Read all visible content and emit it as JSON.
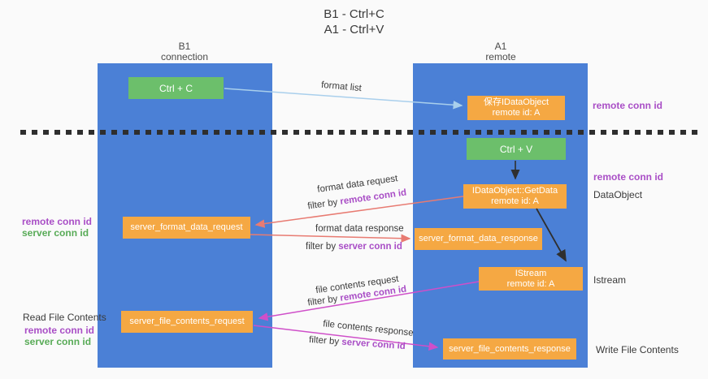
{
  "title": {
    "line1": "B1 - Ctrl+C",
    "line2": "A1 - Ctrl+V"
  },
  "colors": {
    "bg": "#fafafa",
    "column-blue": "#4b80d6",
    "box-green": "#6cbf6b",
    "box-orange": "#f5a843",
    "text-dark": "#3a3a3a",
    "purple": "#a94ec6",
    "green-text": "#58ab57",
    "arrow-blue": "#a9cfec",
    "arrow-salmon": "#e87b72",
    "arrow-magenta": "#cf4fc9",
    "arrow-black": "#2f2f2f",
    "dash": "#2e2e2e"
  },
  "lanes": {
    "left": {
      "title": "B1",
      "subtitle": "connection"
    },
    "right": {
      "title": "A1",
      "subtitle": "remote"
    }
  },
  "nodes": {
    "ctrl_c": {
      "label": "Ctrl + C"
    },
    "save_idataobject": {
      "line1": "保存IDataObject",
      "line2": "remote id: A"
    },
    "ctrl_v": {
      "label": "Ctrl + V"
    },
    "getdata": {
      "line1": "IDataObject::GetData",
      "line2": "remote id: A"
    },
    "server_format_data_request": {
      "label": "server_format_data_request"
    },
    "server_format_data_response": {
      "label": "server_format_data_response"
    },
    "istream": {
      "line1": "IStream",
      "line2": "remote id: A"
    },
    "server_file_contents_request": {
      "label": "server_file_contents_request"
    },
    "server_file_contents_response": {
      "label": "server_file_contents_response"
    }
  },
  "side_labels": {
    "right_remote_conn_id_top": "remote conn id",
    "right_remote_conn_id_mid": "remote conn id",
    "dataobject": "DataObject",
    "istream": "Istream",
    "write_file_contents": "Write File Contents",
    "left_remote_conn_id_1": "remote conn id",
    "left_server_conn_id_1": "server conn id",
    "read_file_contents": "Read File Contents",
    "left_remote_conn_id_2": "remote conn id",
    "left_server_conn_id_2": "server conn id"
  },
  "flow_labels": {
    "format_list": "format list",
    "format_data_request": "format data request",
    "format_data_response": "format data response",
    "file_contents_request": "file contents request",
    "file_contents_response": "file contents response",
    "filter_by": "filter by ",
    "remote_conn_id": "remote conn id",
    "server_conn_id": "server conn id"
  }
}
